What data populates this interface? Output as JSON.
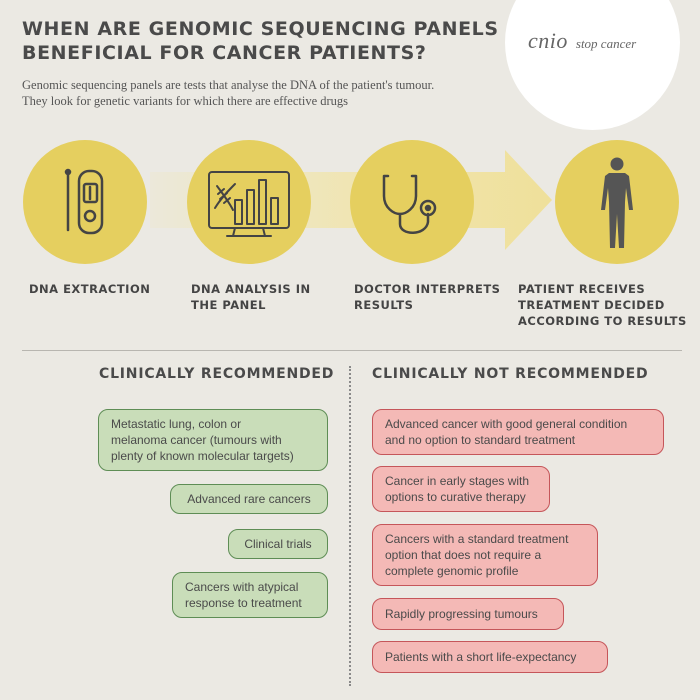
{
  "header": {
    "title_line1": "WHEN ARE GENOMIC SEQUENCING PANELS",
    "title_line2": "BENEFICIAL FOR CANCER PATIENTS?",
    "subtitle_line1": "Genomic sequencing panels are tests that analyse the DNA of the patient's tumour.",
    "subtitle_line2": "They look for genetic variants for which there are effective drugs"
  },
  "logo": {
    "brand": "cnio",
    "tagline": "stop cancer"
  },
  "steps": [
    {
      "icon": "test-kit-icon",
      "label_line1": "DNA EXTRACTION",
      "label_line2": "",
      "label_line3": ""
    },
    {
      "icon": "dna-chart-monitor-icon",
      "label_line1": "DNA ANALYSIS IN",
      "label_line2": "THE PANEL",
      "label_line3": ""
    },
    {
      "icon": "stethoscope-icon",
      "label_line1": "DOCTOR INTERPRETS",
      "label_line2": "RESULTS",
      "label_line3": ""
    },
    {
      "icon": "person-icon",
      "label_line1": "PATIENT RECEIVES",
      "label_line2": "TREATMENT DECIDED",
      "label_line3": "ACCORDING TO RESULTS"
    }
  ],
  "recommended": {
    "heading": "CLINICALLY RECOMMENDED",
    "items": [
      {
        "line1": "Metastatic lung, colon or",
        "line2": "melanoma cancer (tumours with",
        "line3": "plenty of known molecular targets)"
      },
      {
        "line1": "Advanced rare cancers",
        "line2": "",
        "line3": ""
      },
      {
        "line1": "Clinical trials",
        "line2": "",
        "line3": ""
      },
      {
        "line1": "Cancers with atypical",
        "line2": "response to treatment",
        "line3": ""
      }
    ]
  },
  "not_recommended": {
    "heading": "CLINICALLY NOT RECOMMENDED",
    "items": [
      {
        "line1": "Advanced cancer with good general condition",
        "line2": "and no option to standard treatment",
        "line3": ""
      },
      {
        "line1": "Cancer in early stages with",
        "line2": "options to curative therapy",
        "line3": ""
      },
      {
        "line1": "Cancers with a standard treatment",
        "line2": "option that does not require a",
        "line3": "complete genomic profile"
      },
      {
        "line1": "Rapidly progressing tumours",
        "line2": "",
        "line3": ""
      },
      {
        "line1": "Patients with a short life-expectancy",
        "line2": "",
        "line3": ""
      }
    ]
  },
  "colors": {
    "background": "#ebe9e3",
    "circle_yellow": "#e5cf5f",
    "arrow_yellow": "#f1e4a6",
    "recommended_fill": "#c9ddb9",
    "recommended_border": "#5e8d55",
    "not_recommended_fill": "#f4b9b6",
    "not_recommended_border": "#c5565a"
  }
}
